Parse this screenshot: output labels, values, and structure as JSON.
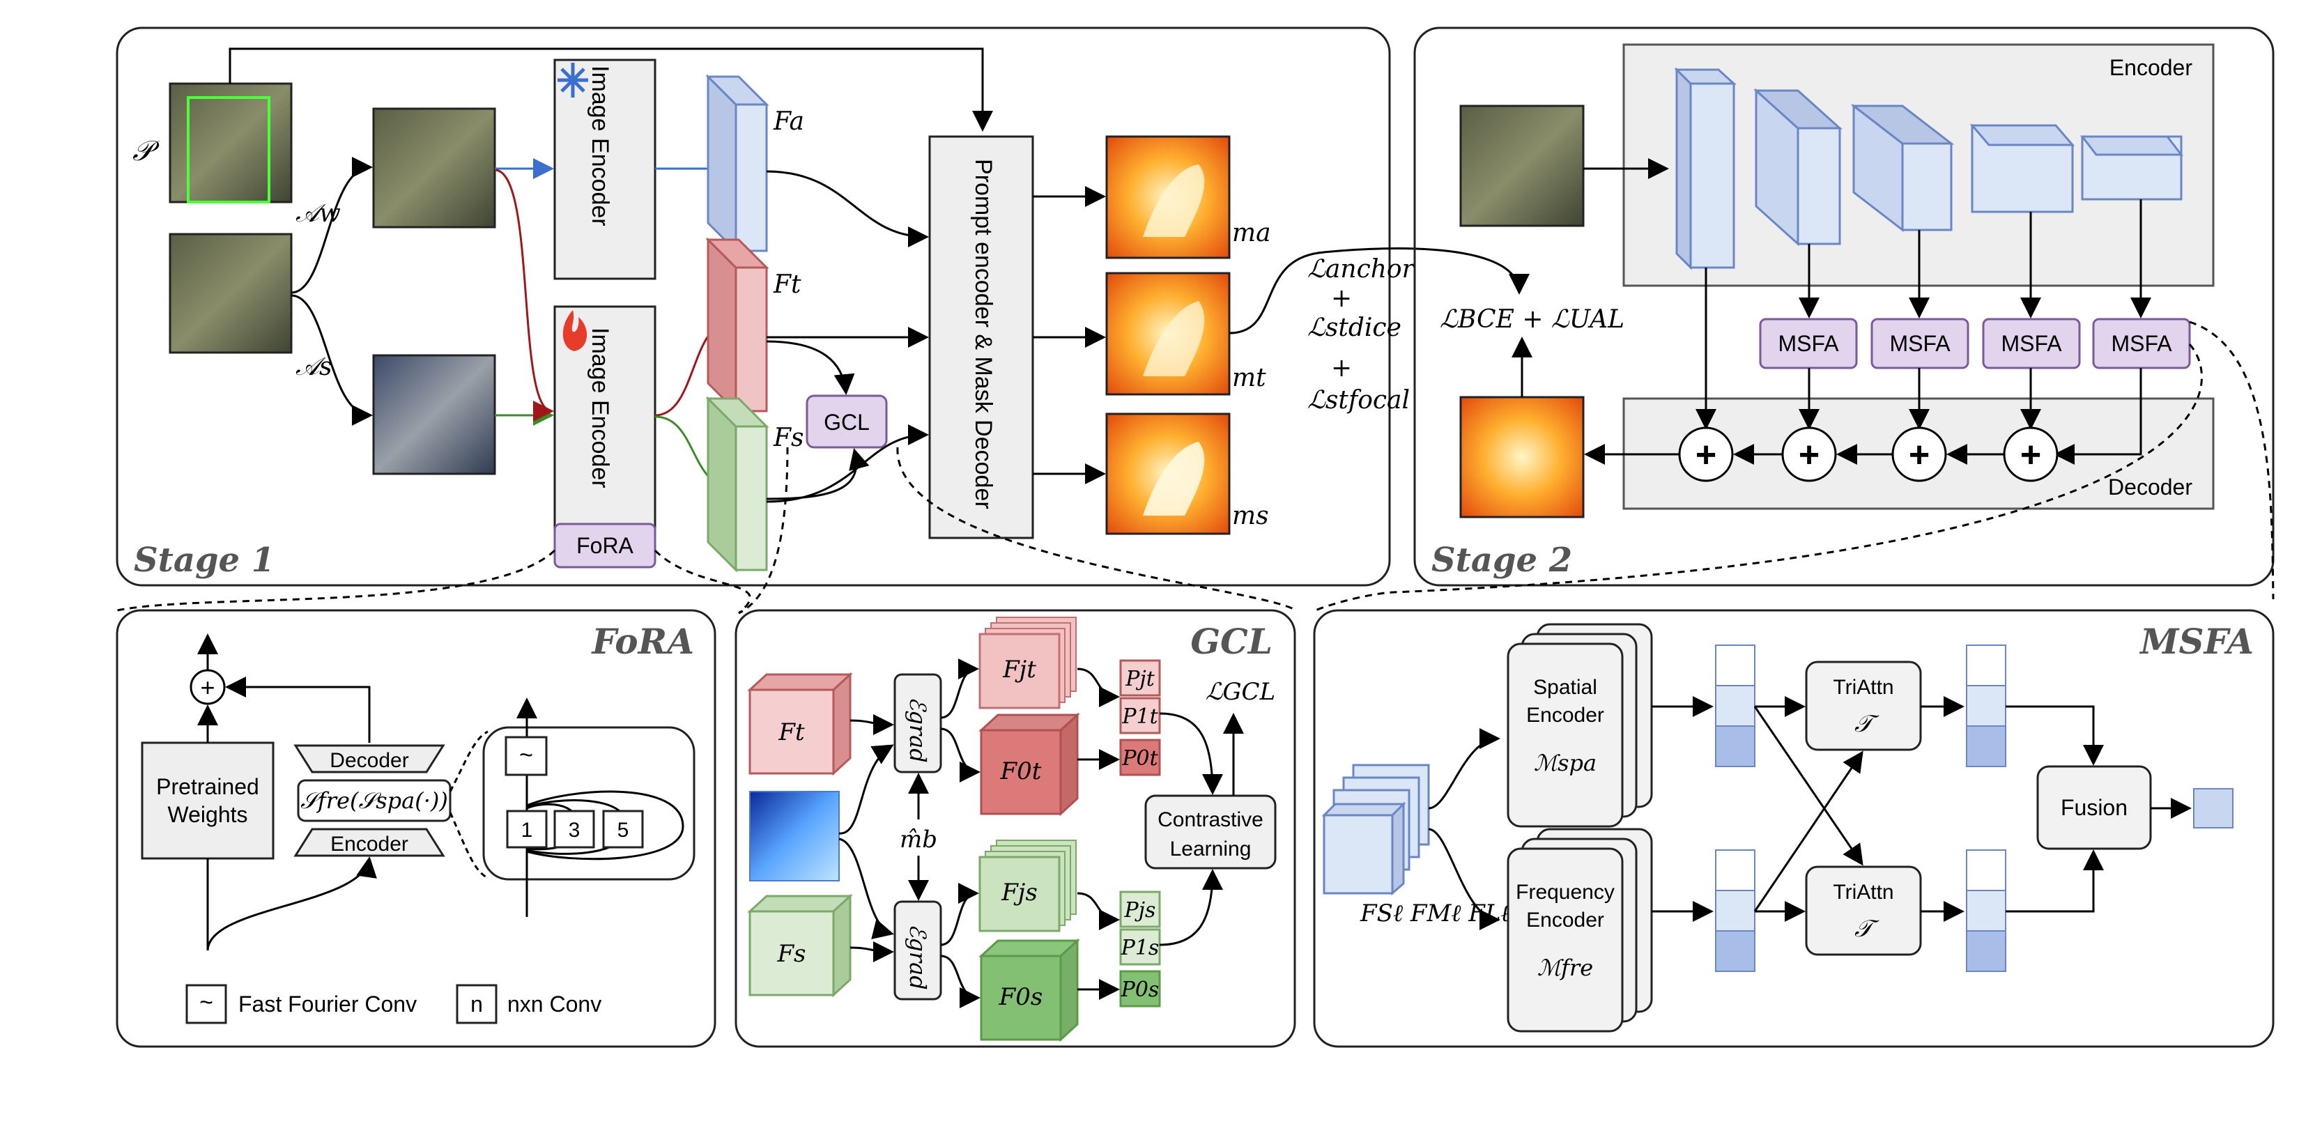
{
  "stage1": {
    "title": "Stage 1",
    "prompt_symbol": "𝒫",
    "aug_weak": "𝒜w",
    "aug_strong": "𝒜s",
    "image_encoder_frozen": "Image Encoder",
    "image_encoder_trainable": "Image Encoder",
    "fora_tag": "FoRA",
    "feat_anchor": "Fa",
    "feat_teacher": "Ft",
    "feat_student": "Fs",
    "gcl_tag": "GCL",
    "decoder_label": "Prompt encoder & Mask Decoder",
    "mask_anchor": "ma",
    "mask_teacher": "mt",
    "mask_student": "ms",
    "loss_anchor": "ℒanchor",
    "loss_plus": "+",
    "loss_dice": "ℒstdice",
    "loss_focal": "ℒstfocal"
  },
  "stage2": {
    "title": "Stage 2",
    "encoder_label": "Encoder",
    "decoder_label": "Decoder",
    "msfa_labels": [
      "MSFA",
      "MSFA",
      "MSFA",
      "MSFA"
    ],
    "loss_label": "ℒBCE + ℒUAL",
    "plus_sign": "+"
  },
  "fora": {
    "title": "FoRA",
    "pretrained_weights": [
      "Pretrained",
      "Weights"
    ],
    "decoder": "Decoder",
    "encoder": "Encoder",
    "function": "𝒮fre(𝒮spa(·))",
    "tilde": "~",
    "conv_sizes": [
      "1",
      "3",
      "5"
    ],
    "legend_fft_symbol": "~",
    "legend_fft": "Fast Fourier Conv",
    "legend_conv_symbol": "n",
    "legend_conv": "nxn Conv"
  },
  "gcl": {
    "title": "GCL",
    "ft": "Ft",
    "fs": "Fs",
    "egrad": "ℰgrad",
    "mb": "m̂b",
    "ftj": "Fjt",
    "ft0": "F0t",
    "fsj": "Fjs",
    "fs0": "F0s",
    "ptj": "Pjt",
    "pt1": "P1t",
    "pt0": "P0t",
    "psj": "Pjs",
    "ps1": "P1s",
    "ps0": "P0s",
    "loss": "ℒGCL",
    "contrastive": [
      "Contrastive",
      "Learning"
    ]
  },
  "msfa": {
    "title": "MSFA",
    "spatial": [
      "Spatial",
      "Encoder"
    ],
    "spatial_sym": "ℳspa",
    "frequency": [
      "Frequency",
      "Encoder"
    ],
    "frequency_sym": "ℳfre",
    "triattn": "TriAttn",
    "triattn_sym": "𝒯",
    "fusion": "Fusion",
    "feat_labels": "FSℓ FMℓ FLℓ"
  },
  "colors": {
    "anchor_blue": "#c9d6ef",
    "teacher_red": "#e8a5a5",
    "student_green": "#c4ddb9",
    "purple_tag": "#e3d4ee",
    "gray_box": "#eeeeee"
  }
}
